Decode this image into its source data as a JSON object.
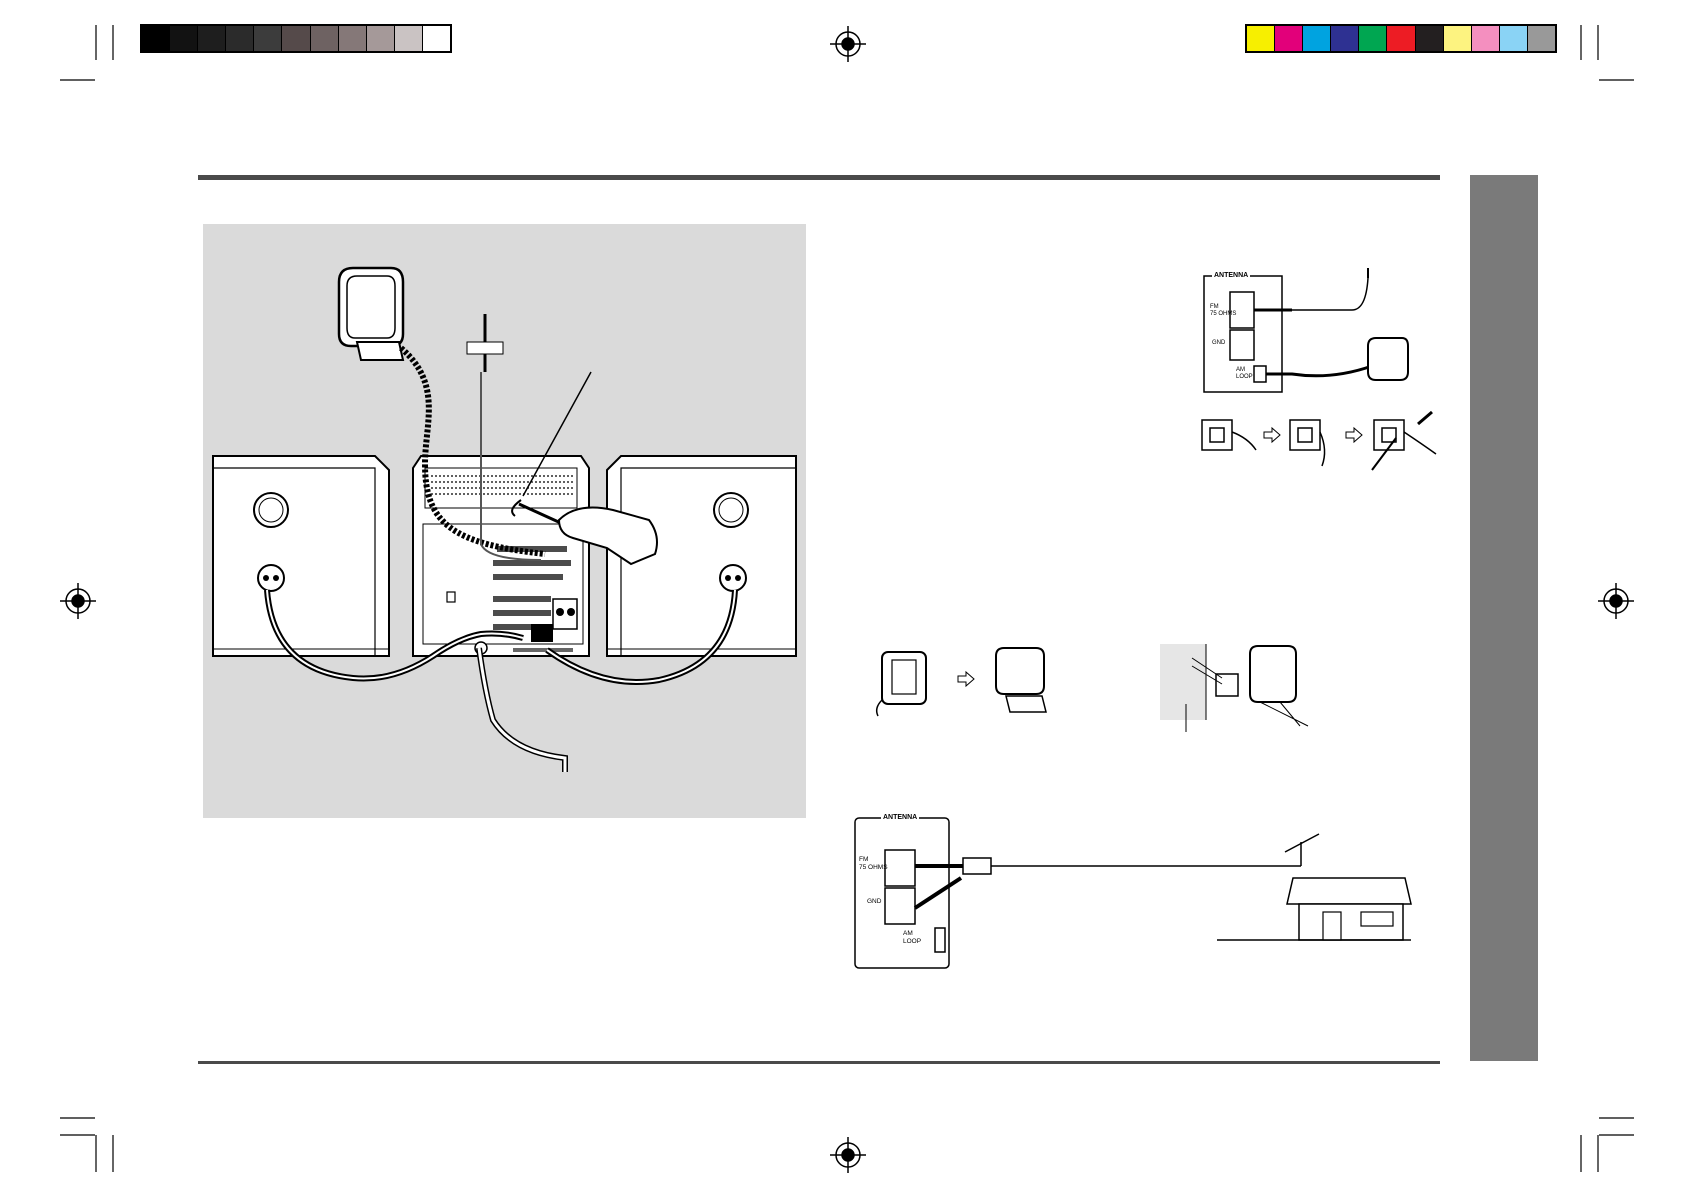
{
  "color_bars": {
    "grayscale": [
      "#000000",
      "#121212",
      "#1e1e1e",
      "#2b2b2b",
      "#3c3c3c",
      "#554a4a",
      "#6e6262",
      "#857878",
      "#a59999",
      "#cac3c3",
      "#ffffff"
    ],
    "process": [
      "#f7ef00",
      "#e2007a",
      "#00a3e0",
      "#2e3192",
      "#00a651",
      "#ed1c24",
      "#231f20",
      "#fdf380",
      "#f48fbf",
      "#8ad3f5",
      "#999999"
    ]
  },
  "colors": {
    "rule": "#4a4a4a",
    "side_tab": "#7a7a7a",
    "figure_bg": "#dadada"
  },
  "terminal_panel_top": {
    "header": "ANTENNA",
    "fm_label": "FM",
    "fm_ohms": "75 OHMS",
    "gnd_label": "GND",
    "am_label": "AM",
    "loop_label": "LOOP"
  },
  "terminal_panel_bottom": {
    "header": "ANTENNA",
    "fm_label": "FM",
    "fm_ohms": "75 OHMS",
    "gnd_label": "GND",
    "am_label": "AM",
    "loop_label": "LOOP"
  },
  "icons": [
    "registration-mark-icon",
    "crop-mark-icon",
    "arrow-right-icon",
    "am-loop-antenna-icon",
    "fm-wire-antenna-icon",
    "house-icon",
    "outdoor-antenna-icon",
    "speaker-icon",
    "hand-icon",
    "screwdriver-icon"
  ]
}
